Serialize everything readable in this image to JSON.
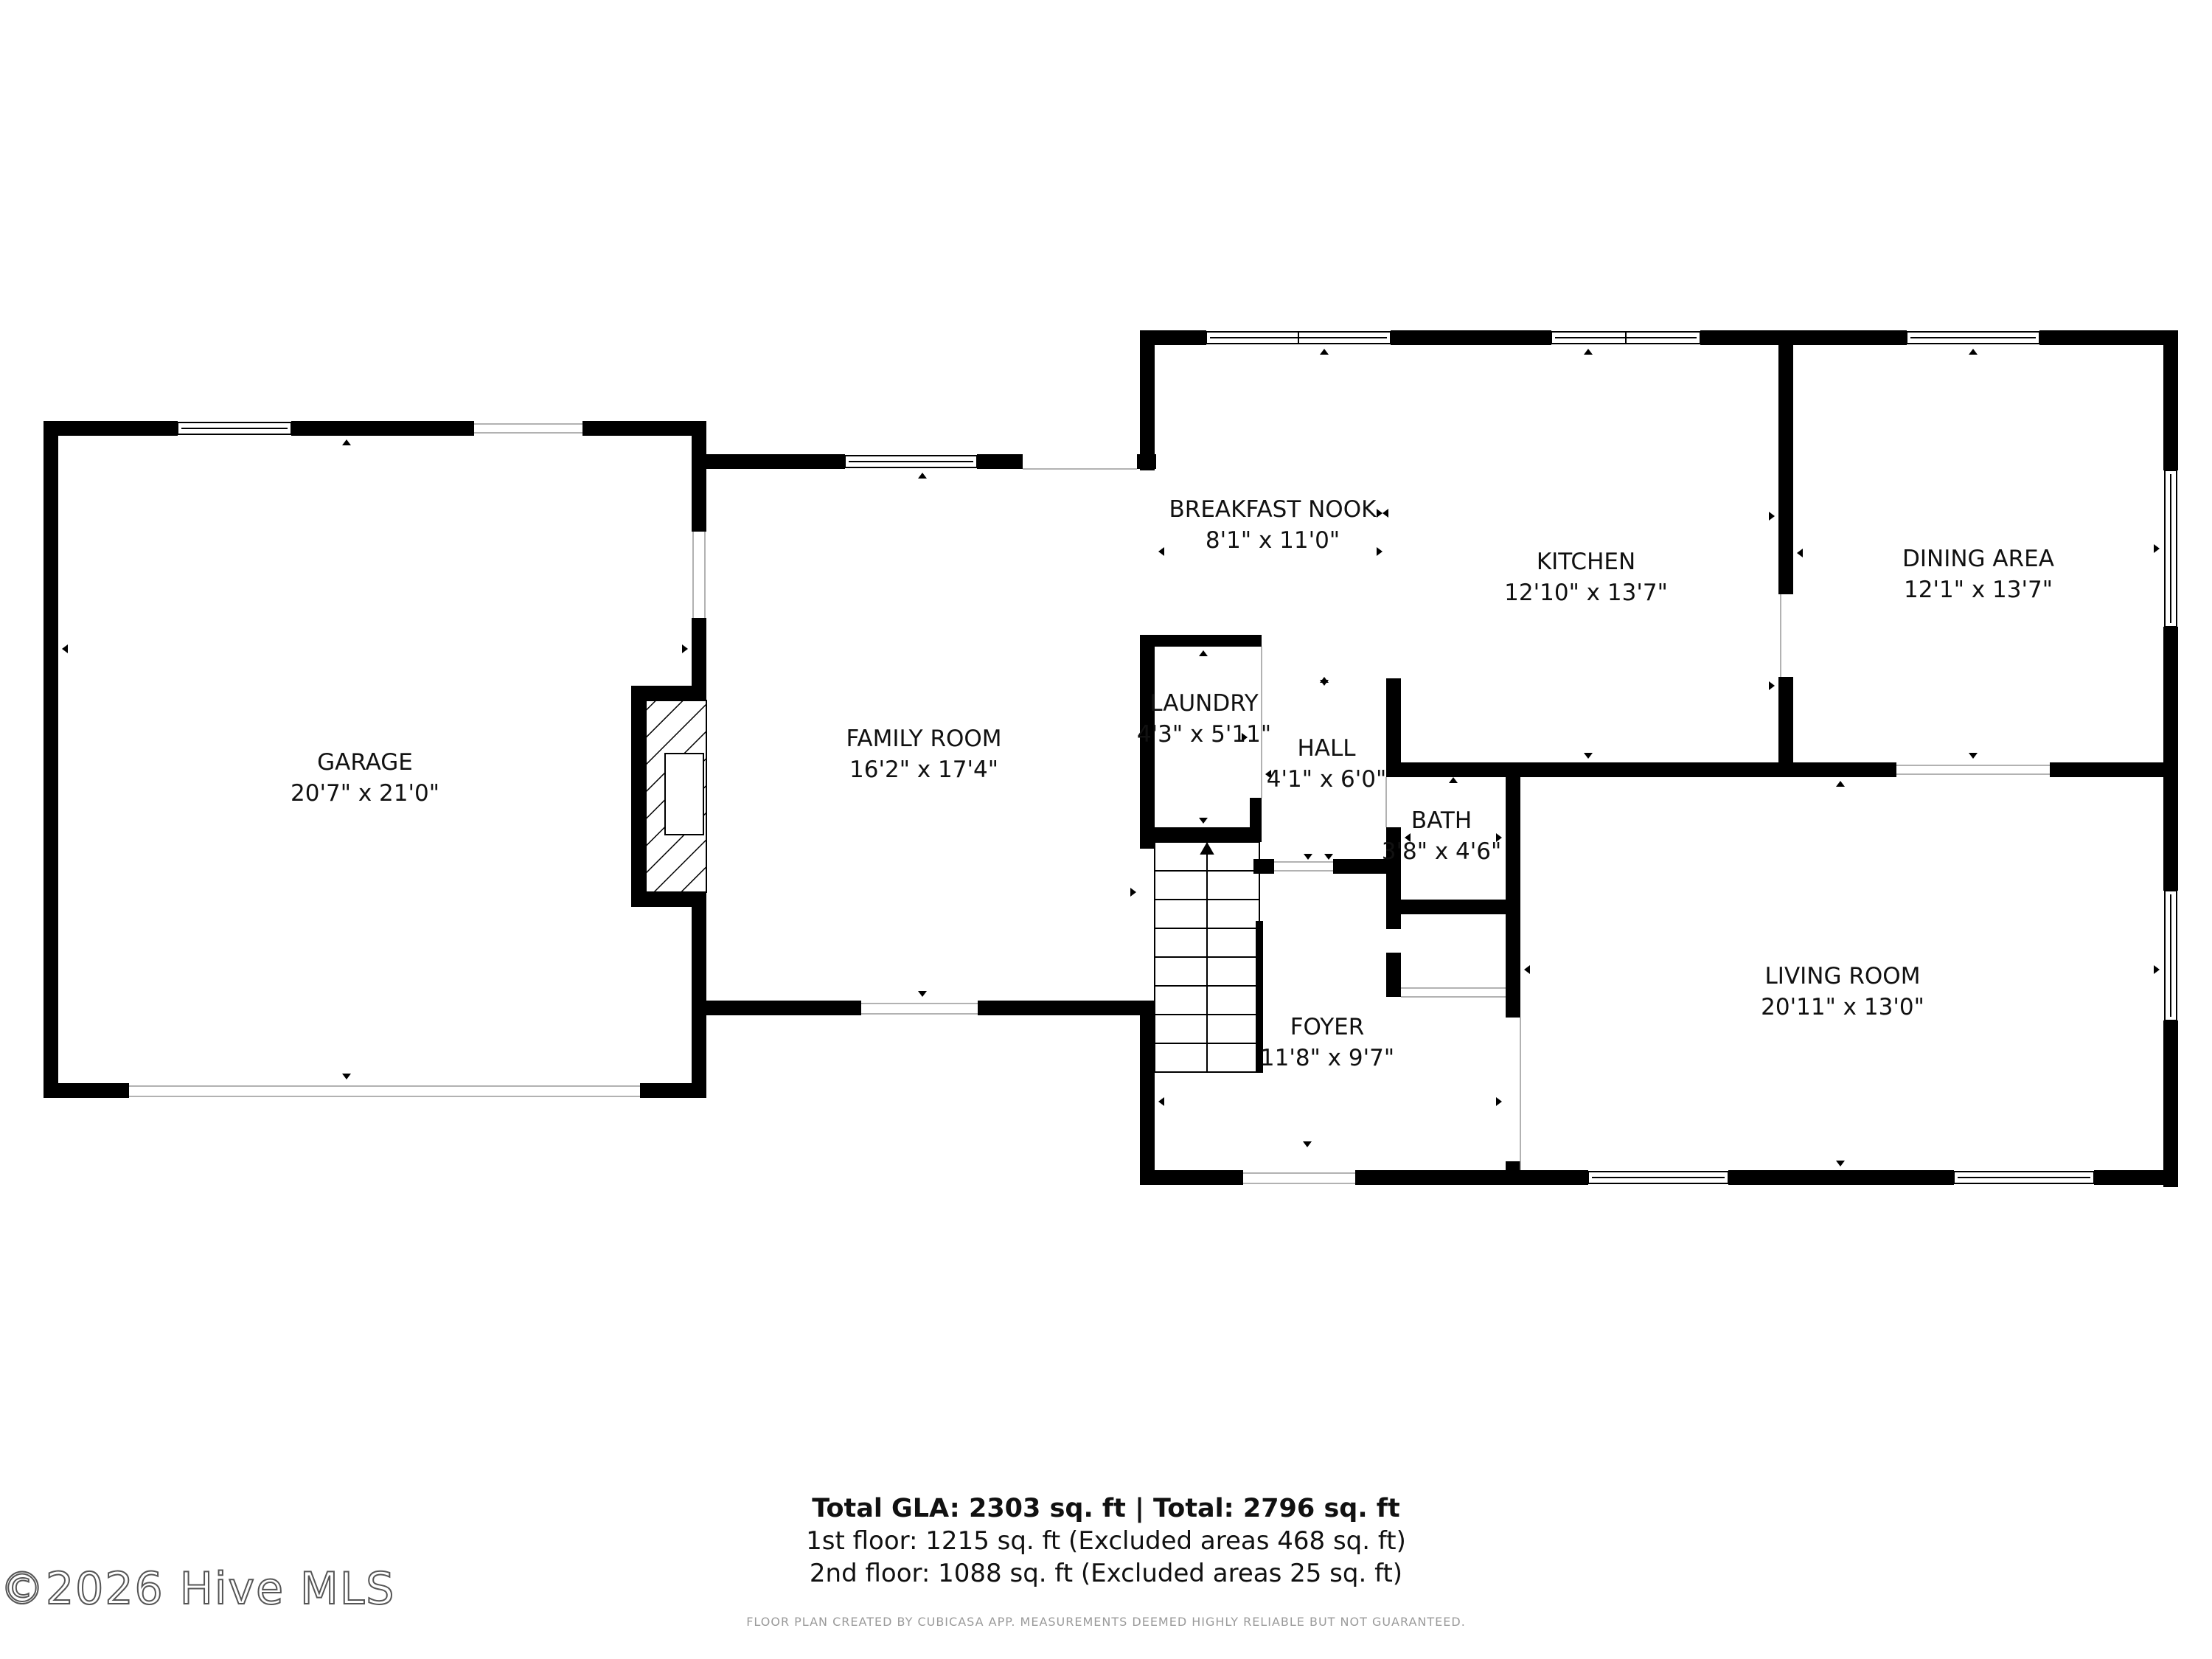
{
  "rooms": {
    "garage": {
      "name": "GARAGE",
      "dims": "20'7\" x 21'0\""
    },
    "family_room": {
      "name": "FAMILY ROOM",
      "dims": "16'2\" x 17'4\""
    },
    "breakfast_nook": {
      "name": "BREAKFAST NOOK",
      "dims": "8'1\" x 11'0\""
    },
    "kitchen": {
      "name": "KITCHEN",
      "dims": "12'10\" x 13'7\""
    },
    "dining_area": {
      "name": "DINING AREA",
      "dims": "12'1\" x 13'7\""
    },
    "laundry": {
      "name": "LAUNDRY",
      "dims": "4'3\" x 5'11\""
    },
    "hall": {
      "name": "HALL",
      "dims": "4'1\" x 6'0\""
    },
    "bath": {
      "name": "BATH",
      "dims": "3'8\" x 4'6\""
    },
    "foyer": {
      "name": "FOYER",
      "dims": "11'8\" x 9'7\""
    },
    "living_room": {
      "name": "LIVING ROOM",
      "dims": "20'11\" x 13'0\""
    }
  },
  "summary": {
    "total": "Total GLA: 2303 sq. ft | Total: 2796 sq. ft",
    "floor1": "1st floor: 1215 sq. ft (Excluded areas 468 sq. ft)",
    "floor2": "2nd floor: 1088 sq. ft (Excluded areas 25 sq. ft)"
  },
  "disclaimer": "FLOOR PLAN CREATED BY CUBICASA APP. MEASUREMENTS DEEMED HIGHLY RELIABLE BUT NOT GUARANTEED.",
  "watermark": "©2026 Hive MLS",
  "colors": {
    "wall": "#000000",
    "background": "#ffffff",
    "text": "#111111"
  }
}
